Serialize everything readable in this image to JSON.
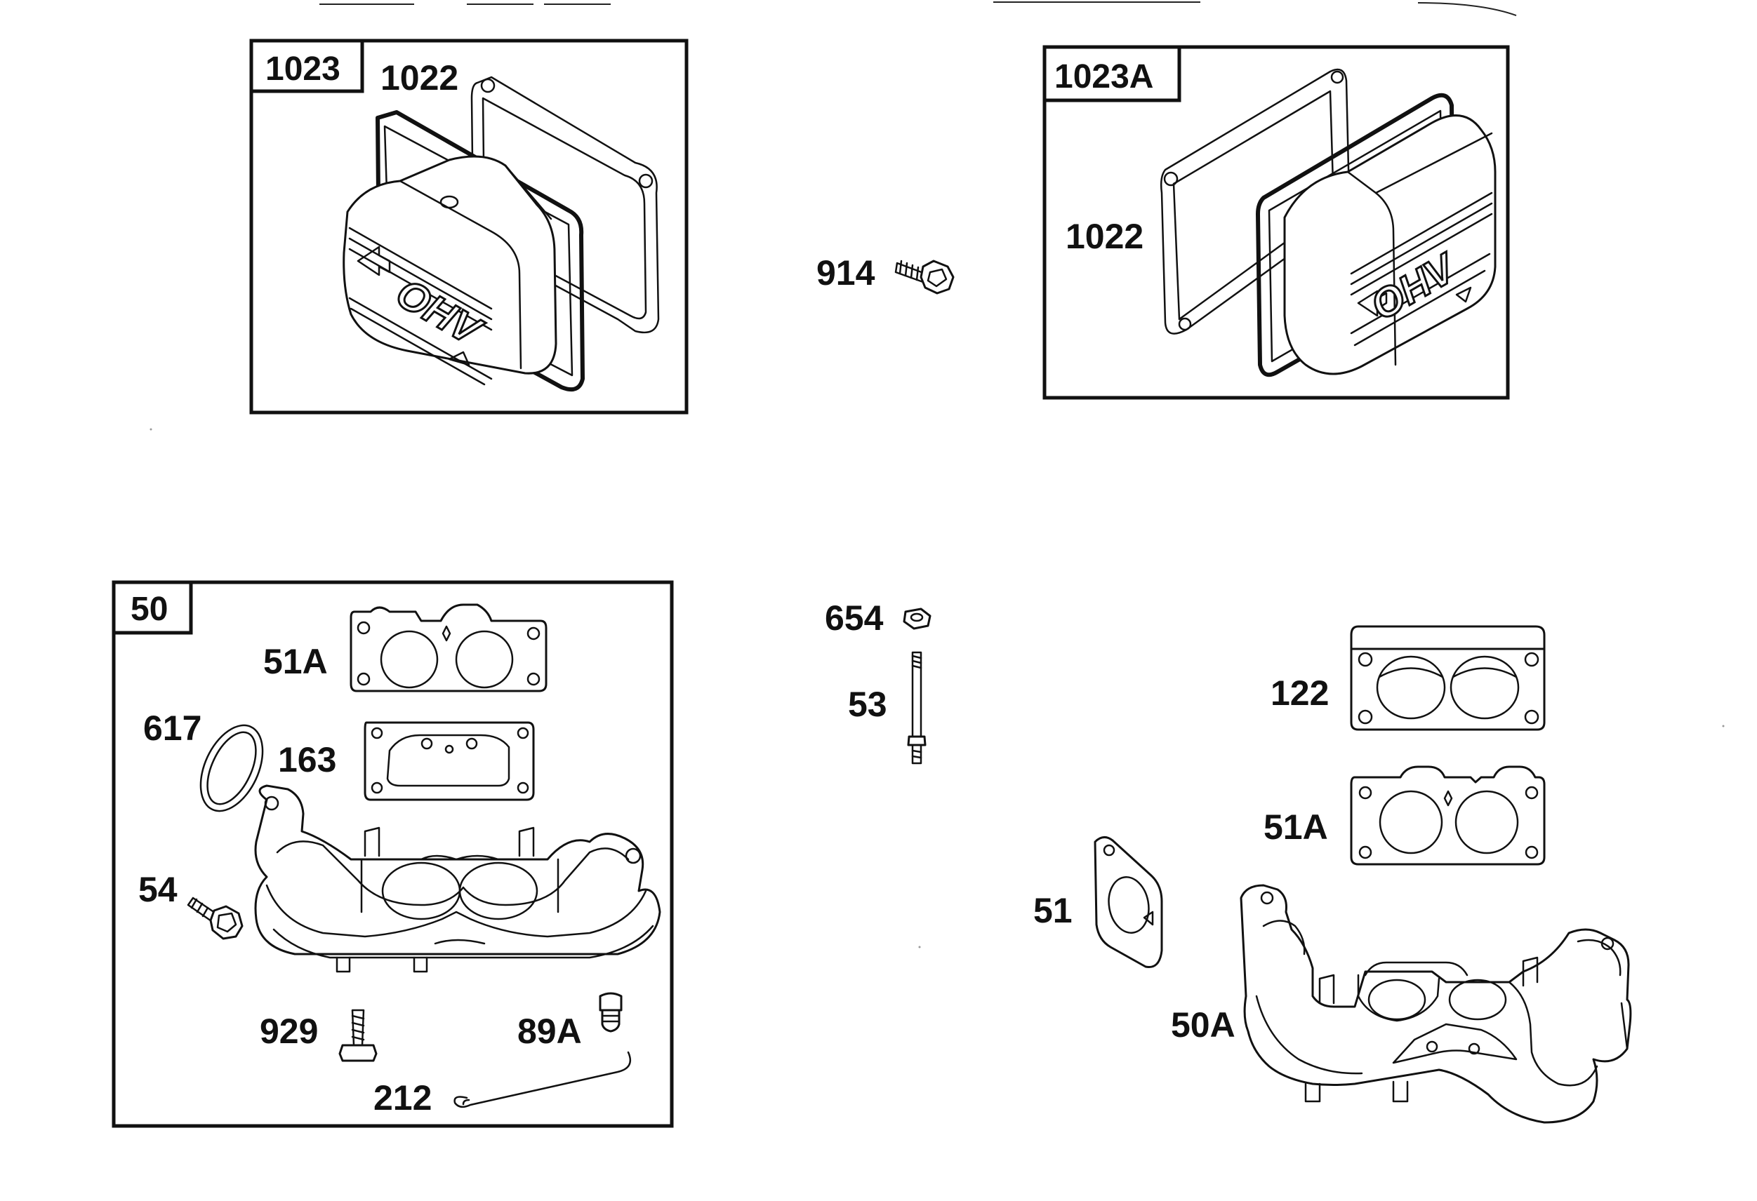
{
  "callouts": {
    "p1023": "1023",
    "p1022_left": "1022",
    "p1023A": "1023A",
    "p1022_right": "1022",
    "p914": "914",
    "p50": "50",
    "p51A_left": "51A",
    "p617": "617",
    "p163": "163",
    "p54": "54",
    "p929": "929",
    "p89A": "89A",
    "p212": "212",
    "p654": "654",
    "p53": "53",
    "p122": "122",
    "p51A_right": "51A",
    "p51": "51",
    "p50A": "50A"
  },
  "cover_logo_text": "OHV",
  "icons": [
    "valve-cover-icon",
    "gasket-icon",
    "screw-icon",
    "manifold-icon",
    "stud-icon",
    "nut-icon",
    "plug-icon",
    "seal-ring-icon",
    "spring-wire-icon"
  ]
}
